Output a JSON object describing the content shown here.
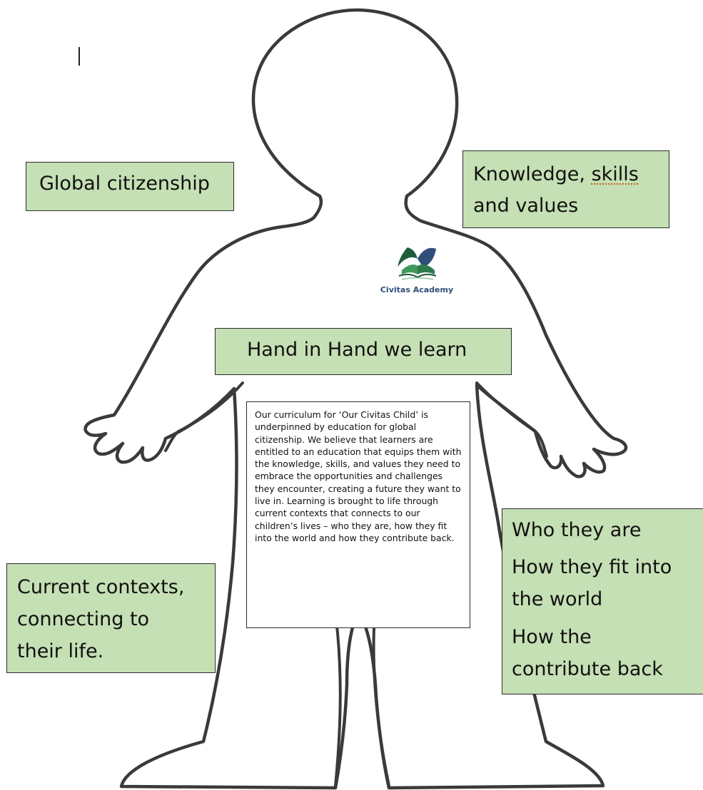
{
  "labels": {
    "global_citizenship": "Global citizenship",
    "knowledge_prefix": "Knowledge, ",
    "knowledge_skills": "skills",
    "knowledge_values": "and values",
    "hand_in_hand": "Hand in Hand we learn",
    "current_contexts": "Current contexts,\nconnecting to\ntheir life."
  },
  "who_box": {
    "line1": "Who they are",
    "line2": "How they fit into",
    "line3": "the world",
    "line4": "How the",
    "line5": "contribute back"
  },
  "description": "Our curriculum for ‘Our Civitas Child’ is underpinned by education for global citizenship. We believe that learners are entitled to an education that equips them with the knowledge, skills, and values they need to embrace the opportunities and challenges they encounter, creating a future they want to live in. Learning is brought to life through current contexts that connects to our children’s lives – who they are, how they fit into the world and how they contribute back.",
  "logo": {
    "caption": "Civitas Academy"
  },
  "colors": {
    "box_fill": "#c5e0b4",
    "outline": "#3a3a3a",
    "logo_dark_green": "#1f5a3a",
    "logo_green": "#3e9a5a",
    "logo_blue": "#2f4f7a"
  }
}
